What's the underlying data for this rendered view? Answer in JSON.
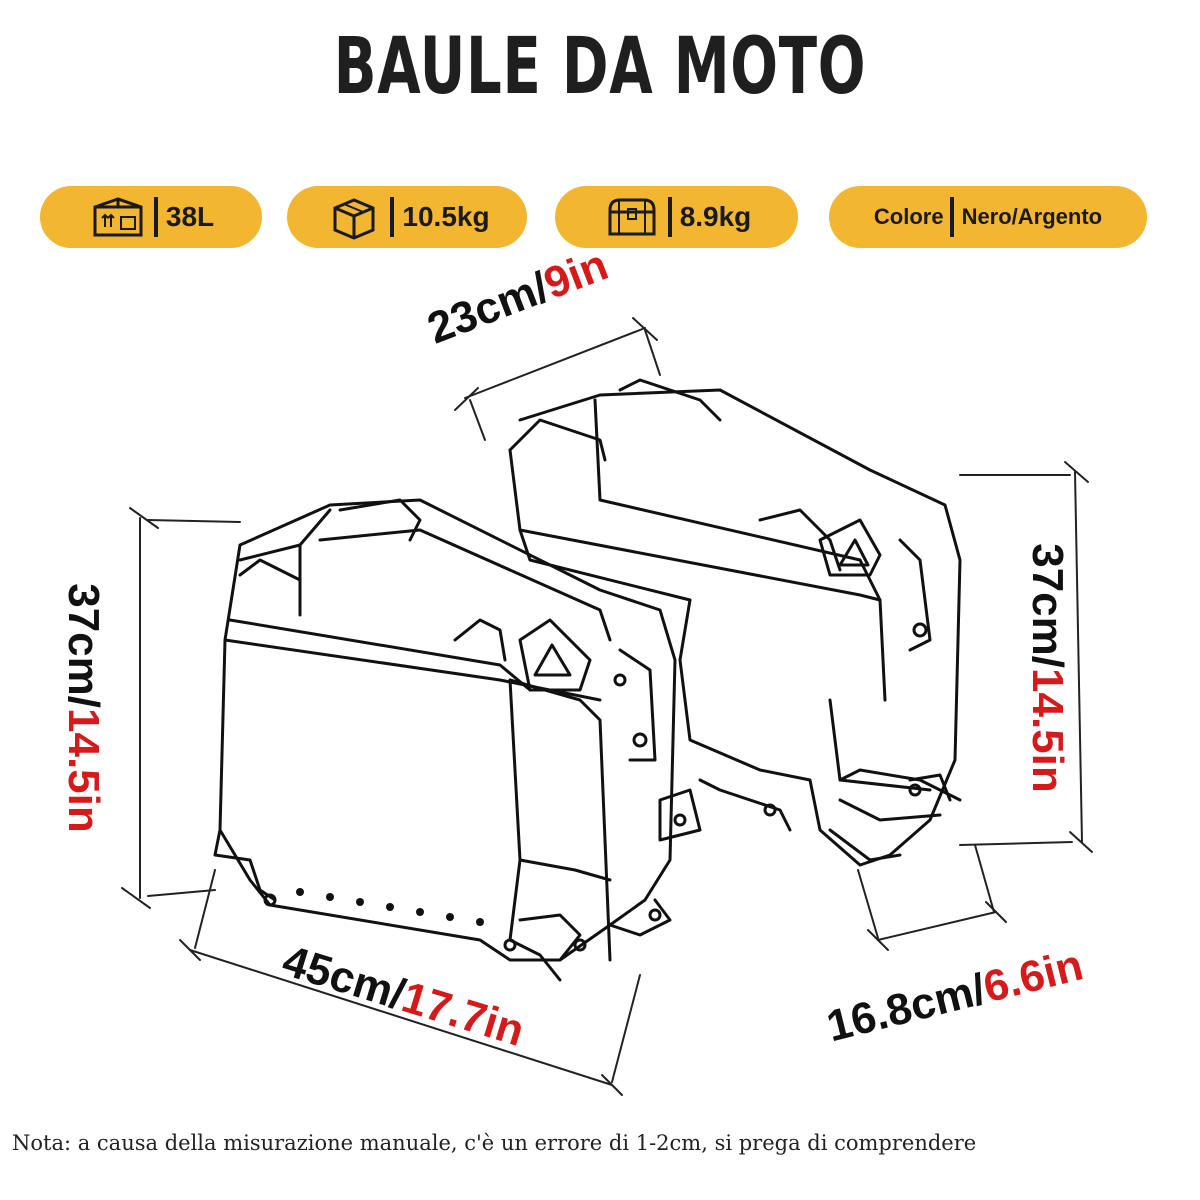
{
  "title": "BAULE DA MOTO",
  "specs": [
    {
      "icon": "package-box-icon",
      "value": "38L"
    },
    {
      "icon": "box-icon",
      "value": "10.5kg"
    },
    {
      "icon": "trunk-icon",
      "value": "8.9kg"
    },
    {
      "label": "Colore",
      "value": "Nero/Argento"
    }
  ],
  "dimensions": {
    "top_depth": {
      "cm": "23cm/",
      "inch": "9in"
    },
    "left_height": {
      "cm": "37cm/",
      "inch": "14.5in"
    },
    "right_height": {
      "cm": "37cm/",
      "inch": "14.5in"
    },
    "length": {
      "cm": "45cm/",
      "inch": "17.7in"
    },
    "width": {
      "cm": "16.8cm/",
      "inch": "6.6in"
    }
  },
  "note": "Nota: a causa della misurazione manuale, c'è un errore di 1-2cm, si prega di comprendere",
  "colors": {
    "accent": "#f2b631",
    "inch_text": "#d61a1a",
    "ink": "#1a1a1a"
  }
}
